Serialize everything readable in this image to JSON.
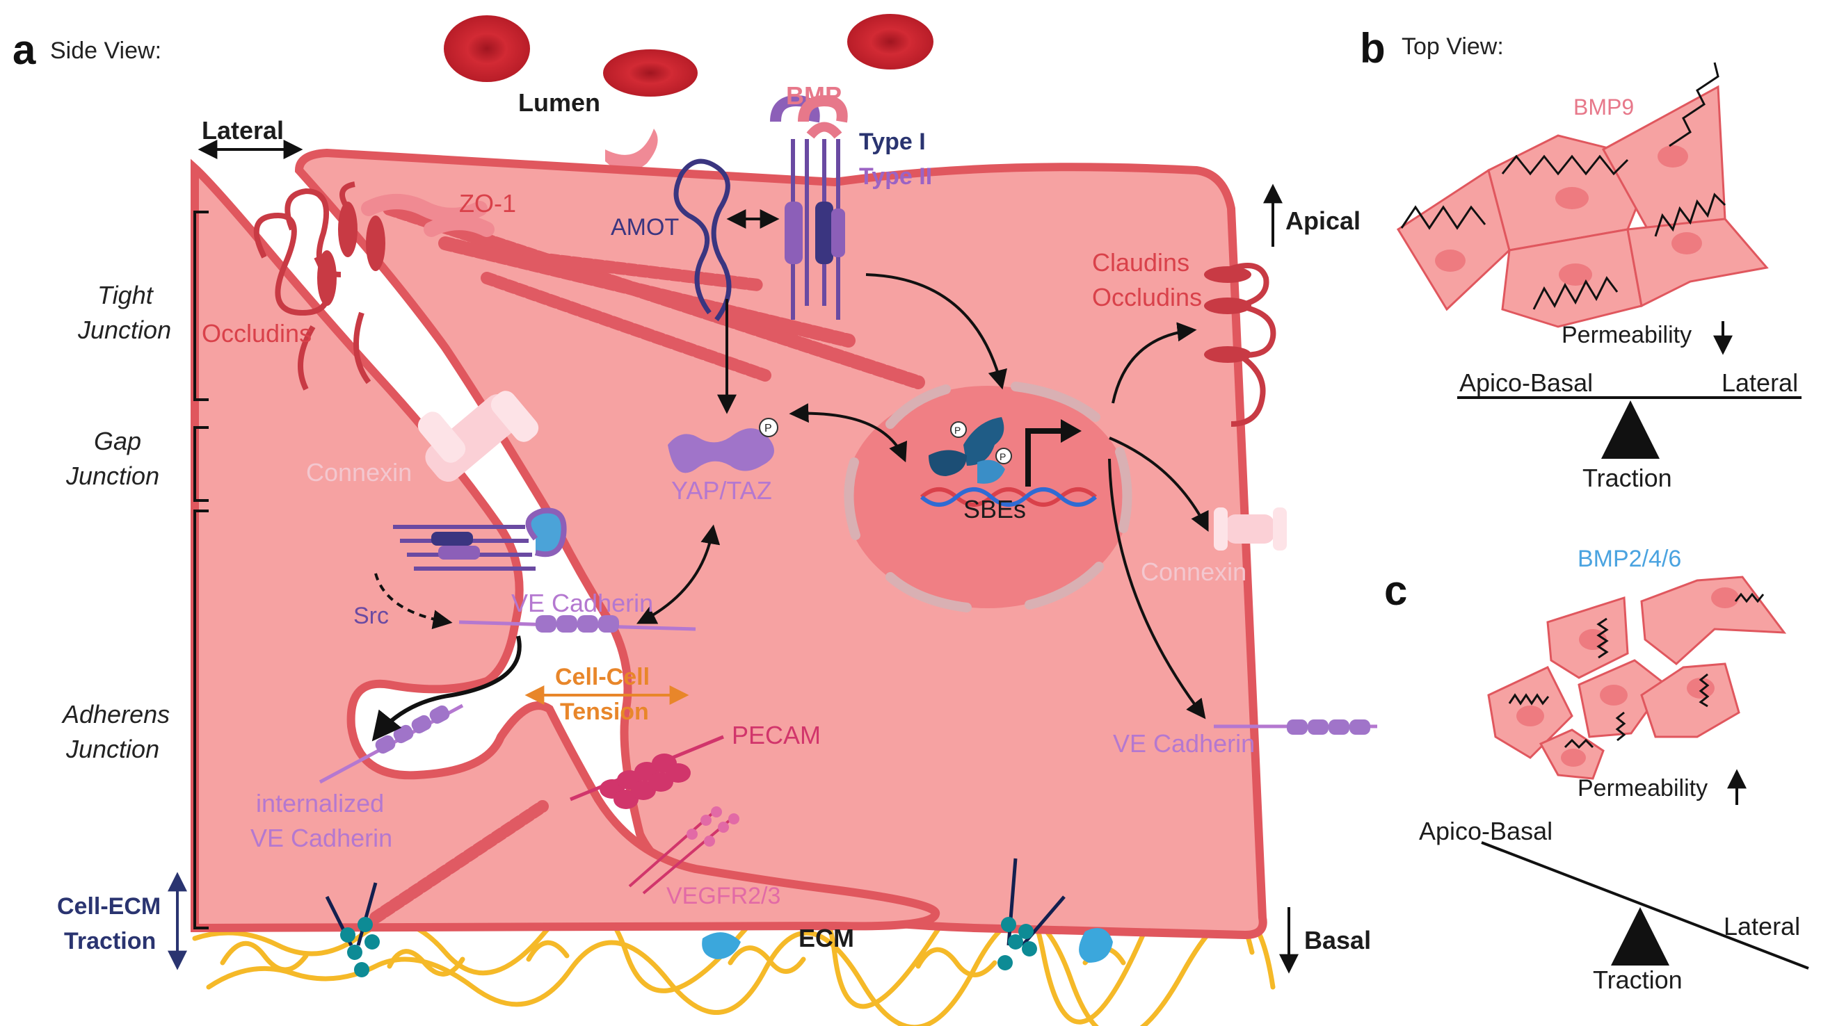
{
  "panels": {
    "a": "a",
    "b": "b",
    "c": "c"
  },
  "titles": {
    "side_view": "Side View:",
    "top_view": "Top View:"
  },
  "labels": {
    "lumen": "Lumen",
    "lateral": "Lateral",
    "apical": "Apical",
    "basal": "Basal",
    "tight_junction": [
      "Tight",
      "Junction"
    ],
    "gap_junction": [
      "Gap",
      "Junction"
    ],
    "adherens_junction": [
      "Adherens",
      "Junction"
    ],
    "cell_ecm_traction": [
      "Cell-ECM",
      "Traction"
    ],
    "bmp": "BMP",
    "type_i": "Type I",
    "type_ii": "Type II",
    "zo1": "ZO-1",
    "amot": "AMOT",
    "occludins": "Occludins",
    "claudins_occludins": [
      "Claudins",
      "Occludins"
    ],
    "connexin": "Connexin",
    "yap_taz": "YAP/TAZ",
    "sbes": "SBEs",
    "p": "P",
    "src": "Src",
    "ve_cadherin": "VE Cadherin",
    "internalized_ve_cadherin": [
      "internalized",
      "VE Cadherin"
    ],
    "cell_cell_tension": [
      "Cell-Cell",
      "Tension"
    ],
    "pecam": "PECAM",
    "vegfr": "VEGFR2/3",
    "ecm": "ECM"
  },
  "panel_b": {
    "ligand": "BMP9",
    "permeability": "Permeability",
    "permeability_dir": "down",
    "left": "Apico-Basal",
    "right": "Lateral",
    "fulcrum": "Traction"
  },
  "panel_c": {
    "ligand": "BMP2/4/6",
    "permeability": "Permeability",
    "permeability_dir": "up",
    "left": "Apico-Basal",
    "right": "Lateral",
    "fulcrum": "Traction"
  },
  "colors": {
    "cell_fill": "#f6a2a2",
    "cell_stroke": "#e0575e",
    "nucleus": "#f07f84",
    "ecm": "#f5b928",
    "rbc": "#c7202b",
    "purple": "#8c5fb8",
    "navy": "#2a3470",
    "orange": "#e8862a",
    "bmp_pink": "#e7788a",
    "ve_lavender": "#b478d0",
    "blue_label": "#4aa3e0"
  }
}
